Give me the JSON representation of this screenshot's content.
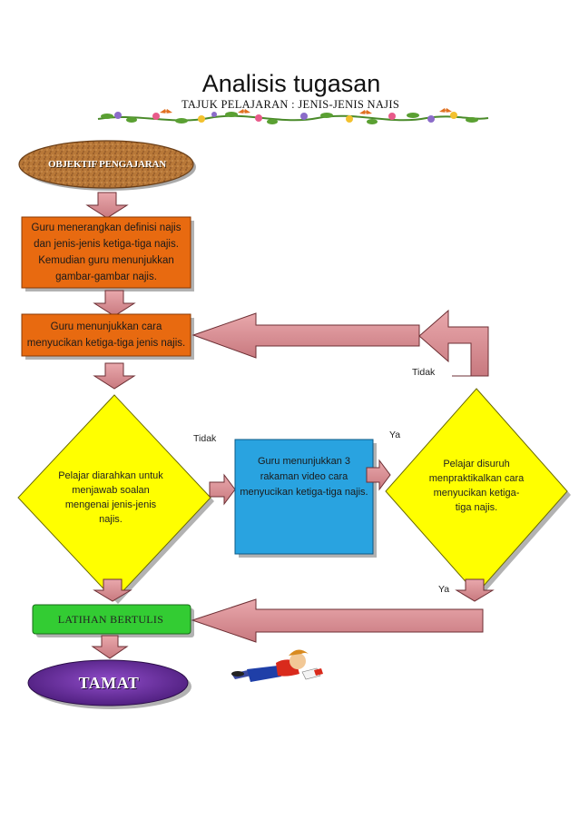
{
  "title": "Analisis tugasan",
  "subtitle": "TAJUK PELAJARAN :   JENIS-JENIS NAJIS",
  "nodes": {
    "objektif": "OBJEKTIF PENGAJARAN",
    "step1": "Guru menerangkan definisi najis dan jenis-jenis ketiga-tiga najis. Kemudian guru menunjukkan gambar-gambar najis.",
    "step2": "Guru menunjukkan cara menyucikan ketiga-tiga jenis najis.",
    "decision1": "Pelajar diarahkan untuk menjawab soalan mengenai jenis-jenis najis.",
    "video": "Guru menunjukkan 3 rakaman video cara menyucikan ketiga-tiga najis.",
    "decision2": "Pelajar disuruh menpraktikalkan cara menyucikan ketiga-tiga najis.",
    "latihan": "LATIHAN BERTULIS",
    "tamat": "TAMAT"
  },
  "labels": {
    "tidak_top": "Tidak",
    "tidak_mid": "Tidak",
    "ya_mid": "Ya",
    "ya_bottom": "Ya"
  },
  "colors": {
    "orange": "#E86A10",
    "yellow": "#FFFF00",
    "blue": "#29A3E0",
    "green": "#33CC33",
    "purple": "#6A2C9E",
    "arrow_pink": "#D9959A",
    "oval_brown": "#B5763C"
  }
}
